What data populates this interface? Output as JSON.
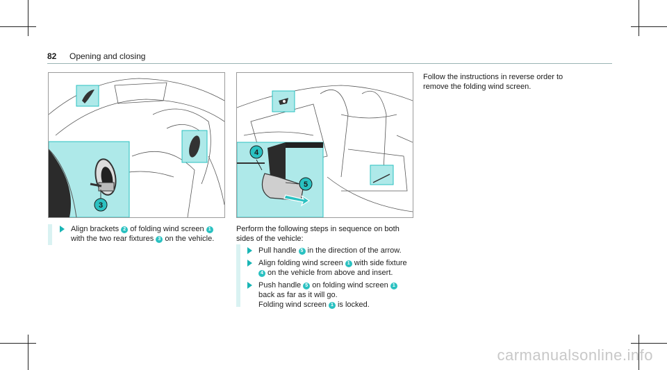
{
  "header": {
    "page_number": "82",
    "section_title": "Opening and closing"
  },
  "left_steps": [
    {
      "line1_a": "Align brackets ",
      "n1": "2",
      "line1_b": " of folding wind screen ",
      "n2": "1",
      "line2_a": "with the two rear fixtures ",
      "n3": "3",
      "line2_b": " on the vehicle."
    }
  ],
  "fig_left_labels": {
    "callout": "3"
  },
  "fig_right_labels": {
    "callout_a": "4",
    "callout_b": "5"
  },
  "middle": {
    "intro_line1": "Perform the following steps in sequence on both",
    "intro_line2": "sides of the vehicle:",
    "step1": {
      "a": "Pull handle ",
      "n": "5",
      "b": " in the direction of the arrow."
    },
    "step2": {
      "a": "Align folding wind screen ",
      "n": "1",
      "b": " with side fixture",
      "n2": "4",
      "c": " on the vehicle from above and insert."
    },
    "step3": {
      "a": "Push handle ",
      "n": "5",
      "b": " on folding wind screen ",
      "n2": "1",
      "c": "back as far as it will go.",
      "d": "Folding wind screen ",
      "n3": "1",
      "e": " is locked."
    }
  },
  "right": {
    "line1": "Follow the instructions in reverse order to",
    "line2": "remove the folding wind screen."
  },
  "watermark": "carmanualsonline.info",
  "colors": {
    "accent": "#2ac1c1",
    "highlight": "#aee9e9"
  }
}
